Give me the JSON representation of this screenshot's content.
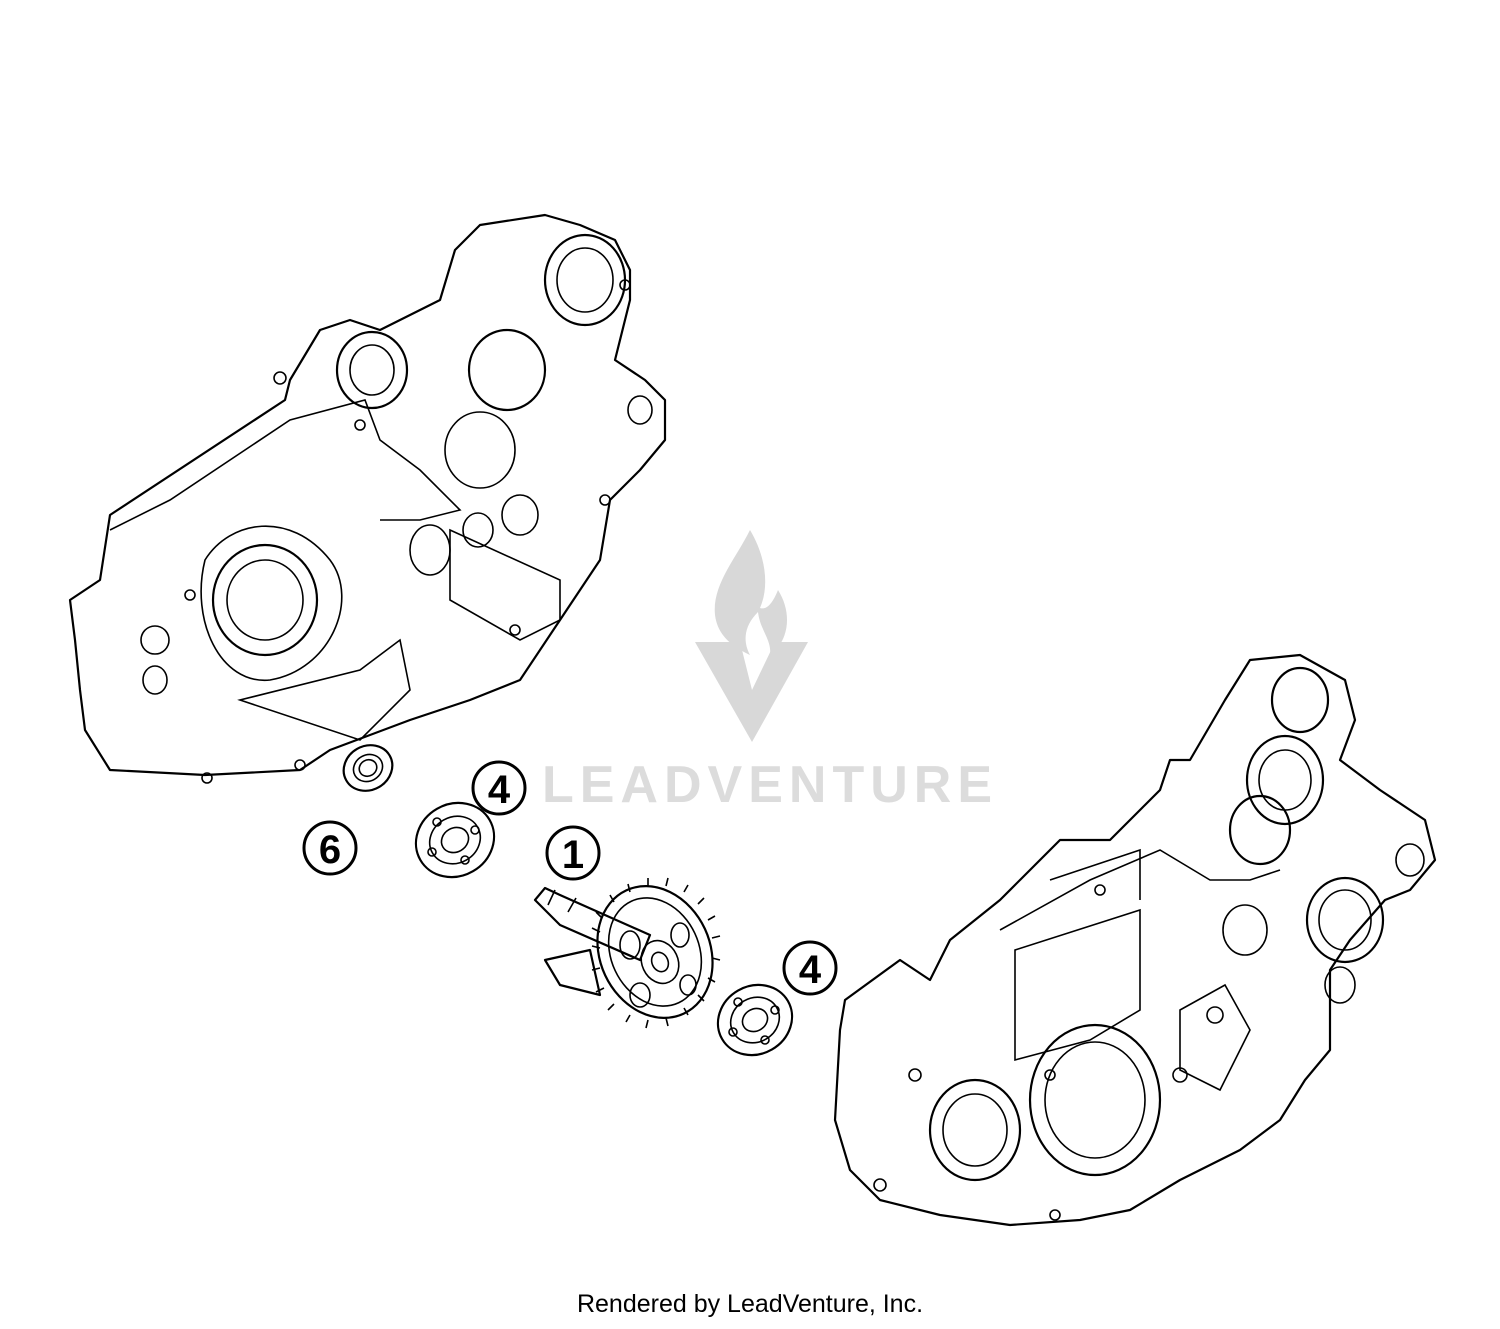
{
  "diagram": {
    "callouts": [
      {
        "id": "bearing-small-left",
        "label": "6"
      },
      {
        "id": "bearing-left",
        "label": "4"
      },
      {
        "id": "shaft-gear",
        "label": "1"
      },
      {
        "id": "bearing-right",
        "label": "4"
      }
    ],
    "watermark": {
      "text": "LEADVENTURE",
      "icon": "flame-v-logo-icon"
    }
  },
  "footer": {
    "text": "Rendered by LeadVenture, Inc."
  }
}
